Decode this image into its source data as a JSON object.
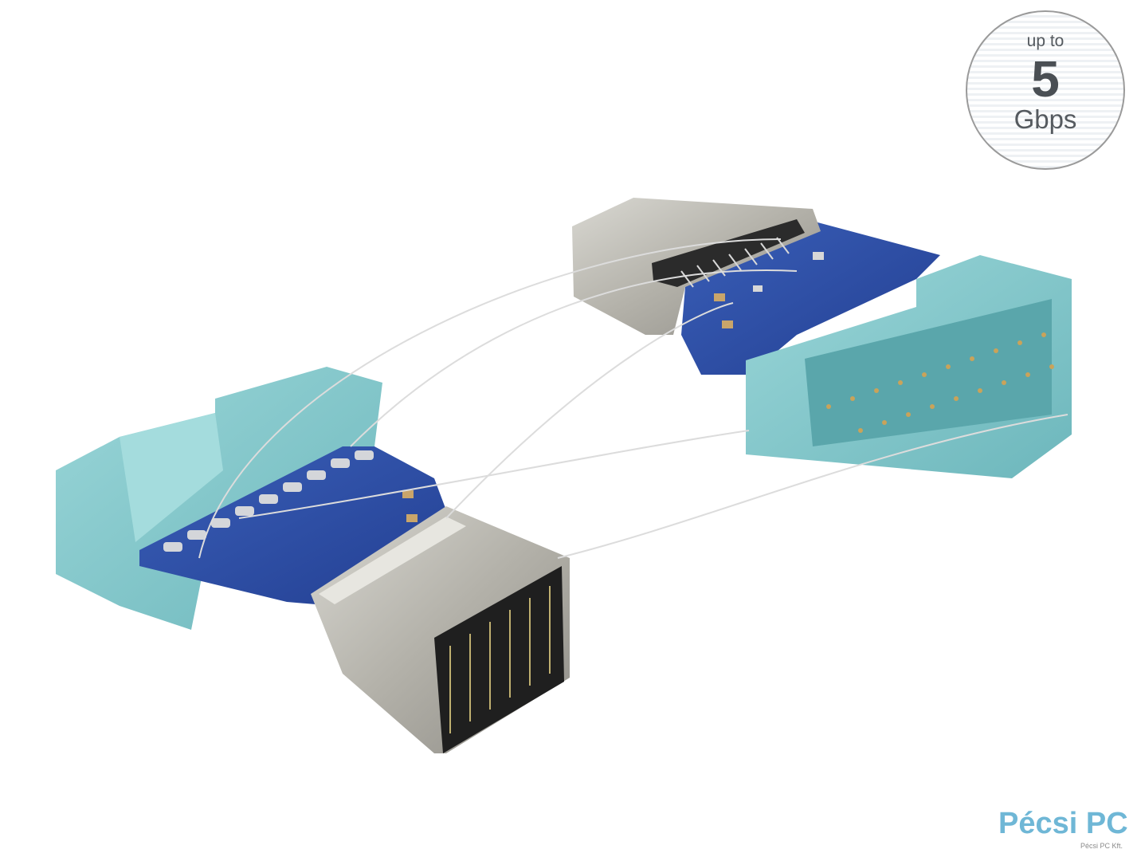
{
  "badge": {
    "top": "up to",
    "value": "5",
    "unit": "Gbps"
  },
  "watermark": {
    "name": "Pécsi PC",
    "subtitle": "Pécsi PC Kft."
  },
  "colors": {
    "header_plastic": "#7fc4c8",
    "pcb": "#2d4ea6",
    "metal_shell": "#b8b6ae",
    "badge_text": "#555a5f",
    "brand": "#6fb7d6"
  }
}
